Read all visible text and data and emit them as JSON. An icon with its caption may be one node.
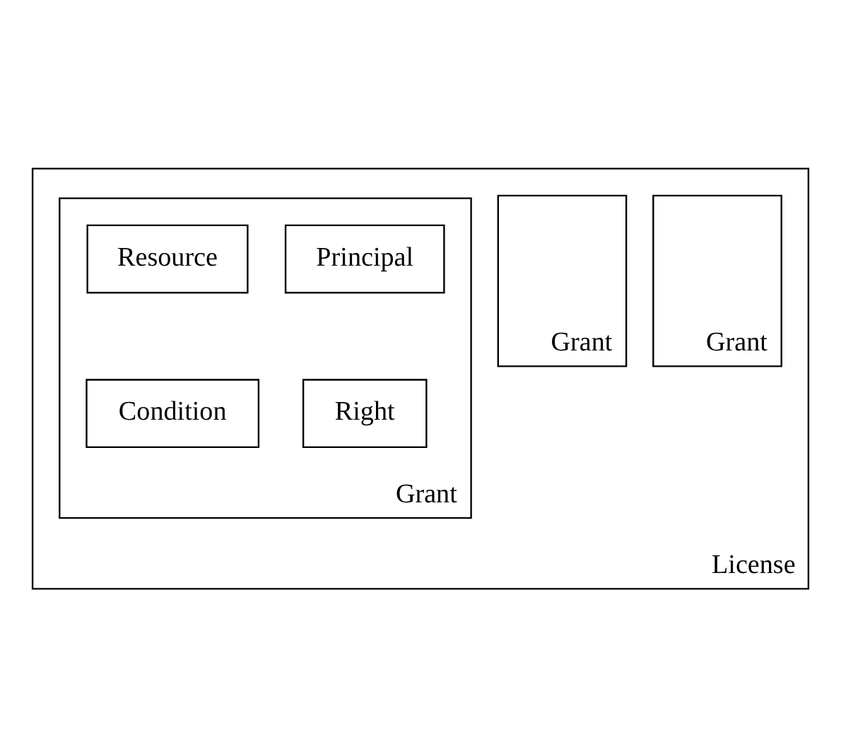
{
  "diagram": {
    "nodes": [
      {
        "text": [
          "License"
        ]
      },
      {
        "text": [
          "Grant"
        ],
        "in": 0
      },
      {
        "text": [
          "Grant"
        ],
        "in": 0
      },
      {
        "text": [
          "Grant"
        ],
        "in": 0
      },
      {
        "text": [
          "Principal"
        ],
        "in": 3
      },
      {
        "text": [
          "Resource"
        ],
        "in": 3
      },
      {
        "text": [
          "Right"
        ],
        "in": 3
      },
      {
        "text": [
          "Condition"
        ],
        "in": 3
      }
    ],
    "edges": []
  }
}
